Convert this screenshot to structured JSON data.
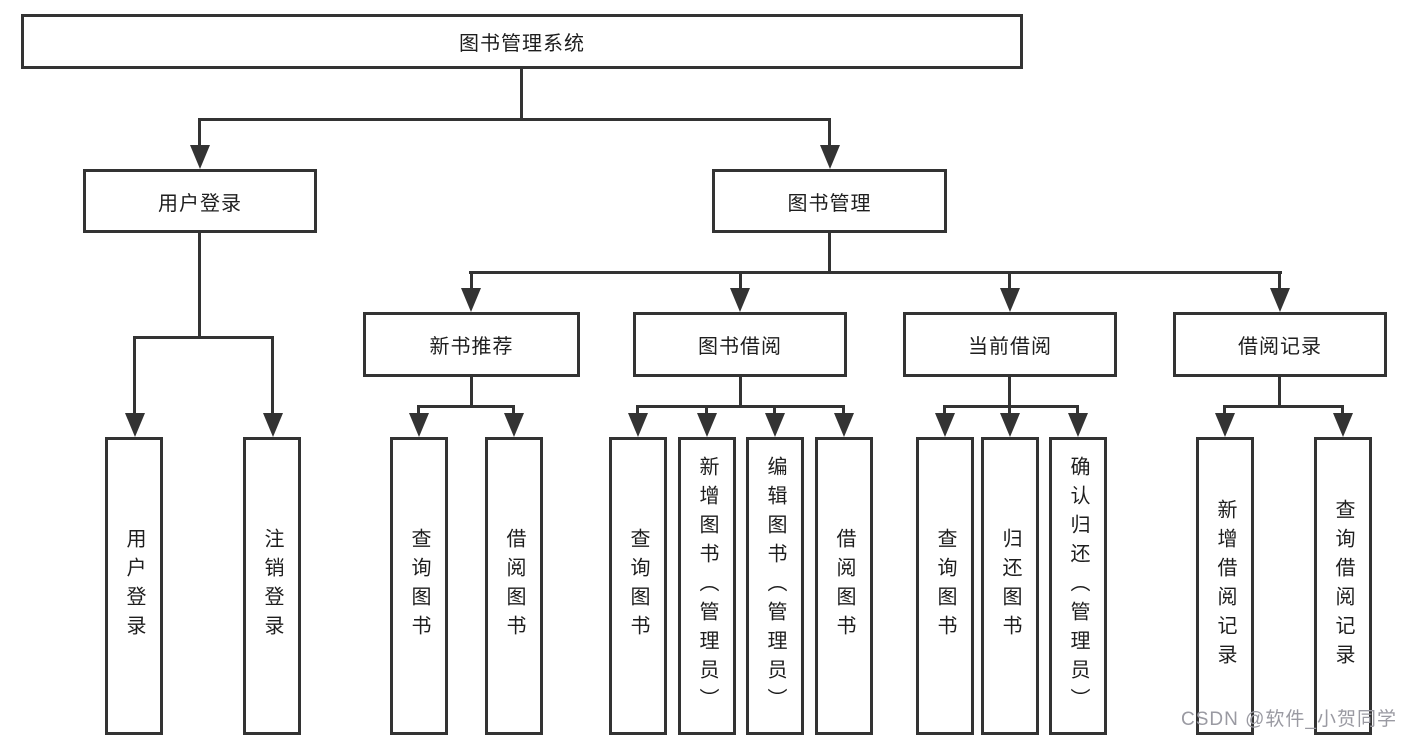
{
  "diagram_type": "hierarchy-tree",
  "tree": {
    "root": {
      "label": "图书管理系统"
    },
    "level1": [
      {
        "label": "用户登录",
        "parent": "图书管理系统"
      },
      {
        "label": "图书管理",
        "parent": "图书管理系统"
      }
    ],
    "level2": [
      {
        "label": "新书推荐",
        "parent": "图书管理"
      },
      {
        "label": "图书借阅",
        "parent": "图书管理"
      },
      {
        "label": "当前借阅",
        "parent": "图书管理"
      },
      {
        "label": "借阅记录",
        "parent": "图书管理"
      }
    ],
    "leaves": [
      {
        "label": "用户登录",
        "parent": "用户登录"
      },
      {
        "label": "注销登录",
        "parent": "用户登录"
      },
      {
        "label": "查询图书",
        "parent": "新书推荐"
      },
      {
        "label": "借阅图书",
        "parent": "新书推荐"
      },
      {
        "label": "查询图书",
        "parent": "图书借阅"
      },
      {
        "label": "新增图书（管理员）",
        "parent": "图书借阅"
      },
      {
        "label": "编辑图书（管理员）",
        "parent": "图书借阅"
      },
      {
        "label": "借阅图书",
        "parent": "图书借阅"
      },
      {
        "label": "查询图书",
        "parent": "当前借阅"
      },
      {
        "label": "归还图书",
        "parent": "当前借阅"
      },
      {
        "label": "确认归还（管理员）",
        "parent": "当前借阅"
      },
      {
        "label": "新增借阅记录",
        "parent": "借阅记录"
      },
      {
        "label": "查询借阅记录",
        "parent": "借阅记录"
      }
    ]
  },
  "watermark": {
    "text": "CSDN @软件_小贺同学"
  },
  "colors": {
    "line": "#333333",
    "border": "#333333",
    "text": "#1e1e1e",
    "background": "#ffffff",
    "watermark": "#9a9aa2"
  }
}
